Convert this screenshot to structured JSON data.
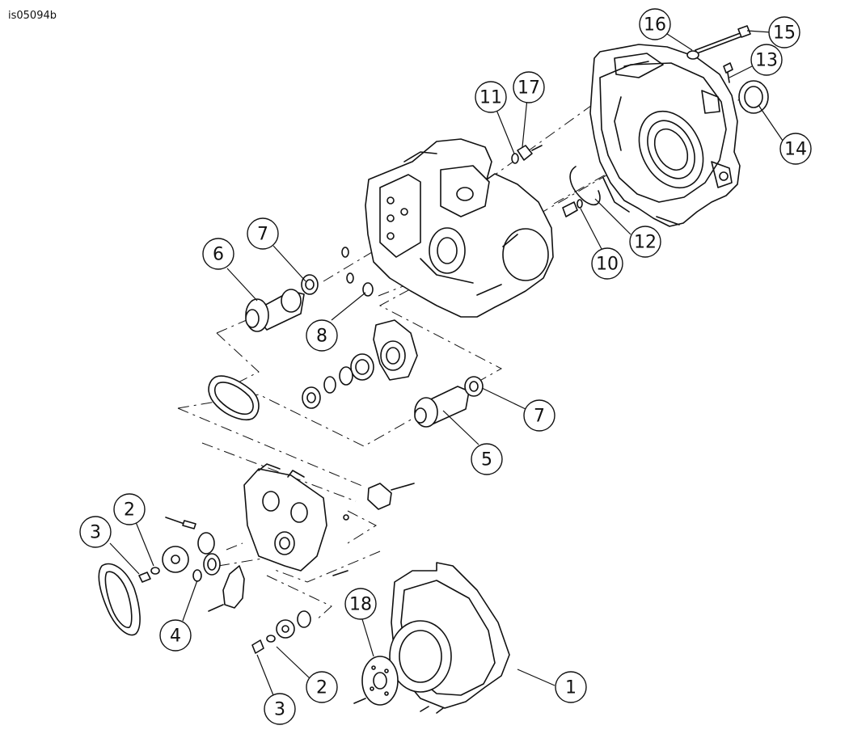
{
  "figure_id": "is05094b",
  "callouts": [
    {
      "label": "1"
    },
    {
      "label": "2"
    },
    {
      "label": "2"
    },
    {
      "label": "3"
    },
    {
      "label": "3"
    },
    {
      "label": "4"
    },
    {
      "label": "5"
    },
    {
      "label": "6"
    },
    {
      "label": "7"
    },
    {
      "label": "7"
    },
    {
      "label": "8"
    },
    {
      "label": "10"
    },
    {
      "label": "11"
    },
    {
      "label": "12"
    },
    {
      "label": "13"
    },
    {
      "label": "14"
    },
    {
      "label": "15"
    },
    {
      "label": "16"
    },
    {
      "label": "17"
    },
    {
      "label": "18"
    }
  ]
}
